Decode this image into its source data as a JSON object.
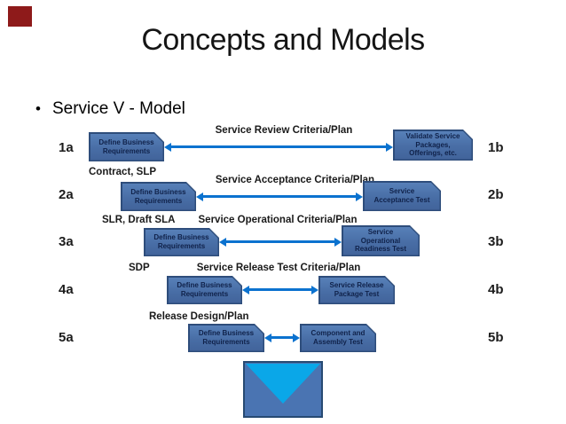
{
  "slide": {
    "title": "Concepts and Models",
    "bullet_glyph": "•",
    "bullet_text": "Service V - Model"
  },
  "colors": {
    "accent_red": "#8e1a1a",
    "box_fill": "#486da5",
    "box_border": "#2e4d7b",
    "box_text": "#10224a",
    "arrow_blue": "#0b72cf",
    "envelope_fill": "#4a74b2",
    "envelope_border": "#274a72",
    "envelope_triangle": "#0aa7e8"
  },
  "diagram": {
    "rows": [
      {
        "id_left": "1a",
        "id_right": "1b",
        "left_box": "Define Business\nRequirements",
        "arrow_label": "Service Review Criteria/Plan",
        "right_box": "Validate Service\nPackages,\nOfferings, etc."
      },
      {
        "id_left": "2a",
        "id_right": "2b",
        "stage_label": "Contract, SLP",
        "left_box": "Define Business\nRequirements",
        "arrow_label": "Service Acceptance Criteria/Plan",
        "right_box": "Service\nAcceptance Test"
      },
      {
        "id_left": "3a",
        "id_right": "3b",
        "stage_label": "SLR, Draft SLA",
        "left_box": "Define Business\nRequirements",
        "arrow_label": "Service Operational Criteria/Plan",
        "right_box": "Service\nOperational\nReadiness Test"
      },
      {
        "id_left": "4a",
        "id_right": "4b",
        "stage_label": "SDP",
        "left_box": "Define Business\nRequirements",
        "arrow_label": "Service Release Test Criteria/Plan",
        "right_box": "Service Release\nPackage Test"
      },
      {
        "id_left": "5a",
        "id_right": "5b",
        "stage_label": "Release Design/Plan",
        "left_box": "Define Business\nRequirements",
        "right_box": "Component and\nAssembly Test"
      }
    ]
  }
}
